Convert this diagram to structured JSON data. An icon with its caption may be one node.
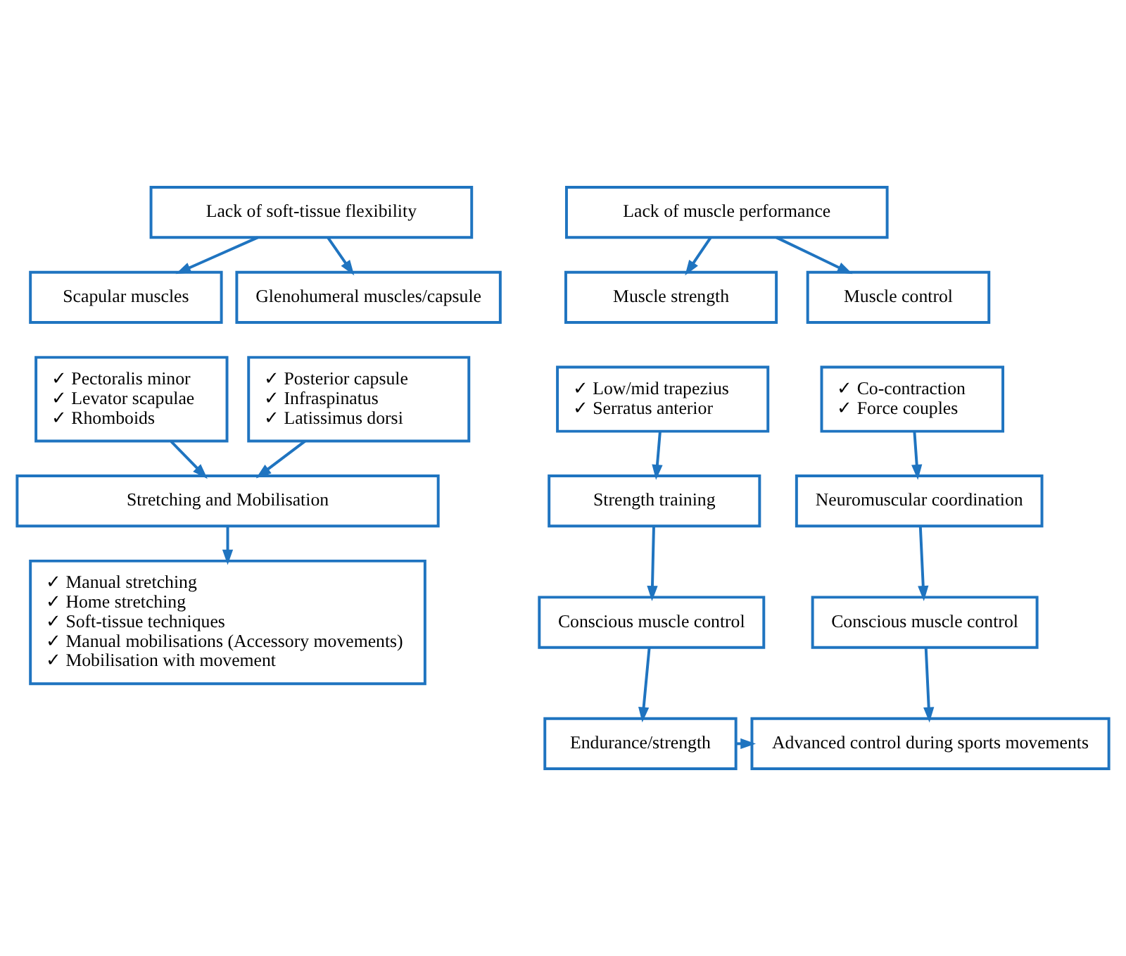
{
  "diagram": {
    "nodes": [
      {
        "text": [
          "Lack of soft-tissue flexibility"
        ]
      },
      {
        "text": [
          "Lack of muscle performance"
        ]
      },
      {
        "text": [
          "Scapular muscles"
        ]
      },
      {
        "text": [
          "Glenohumeral muscles/capsule"
        ]
      },
      {
        "text": [
          "Muscle control"
        ]
      },
      {
        "text": [
          "Muscle strength"
        ]
      },
      {
        "text": [
          "✓ Pectoralis minor",
          "✓ Levator scapulae",
          "✓ Rhomboids"
        ]
      },
      {
        "text": [
          "✓ Posterior capsule",
          "✓ Infraspinatus",
          "✓ Latissimus dorsi"
        ]
      },
      {
        "text": [
          "✓ Co-contraction",
          "✓ Force couples"
        ]
      },
      {
        "text": [
          "✓ Low/mid trapezius",
          "✓ Serratus anterior"
        ]
      },
      {
        "text": [
          "Stretching and Mobilisation"
        ]
      },
      {
        "text": [
          "Neuromuscular coordination"
        ]
      },
      {
        "text": [
          "Strength training"
        ]
      },
      {
        "text": [
          "✓ Manual stretching",
          "✓ Home stretching",
          "✓ Soft-tissue techniques",
          "✓ Manual mobilisations (Accessory movements)",
          "✓ Mobilisation with movement"
        ]
      },
      {
        "text": [
          "Conscious muscle control"
        ]
      },
      {
        "text": [
          "Conscious muscle control"
        ]
      },
      {
        "text": [
          "Advanced control during sports movements"
        ]
      },
      {
        "text": [
          "Endurance/strength"
        ]
      }
    ],
    "edges": [
      {
        "from": 0,
        "to": 2,
        "arrow": "to"
      },
      {
        "from": 0,
        "to": 3,
        "arrow": "to"
      },
      {
        "from": 1,
        "to": 4,
        "arrow": "to"
      },
      {
        "from": 1,
        "to": 5,
        "arrow": "to"
      },
      {
        "from": 6,
        "to": 10,
        "arrow": "to"
      },
      {
        "from": 7,
        "to": 10,
        "arrow": "to"
      },
      {
        "from": 8,
        "to": 11,
        "arrow": "to"
      },
      {
        "from": 9,
        "to": 12,
        "arrow": "to"
      },
      {
        "from": 10,
        "to": 13,
        "arrow": "to"
      },
      {
        "from": 11,
        "to": 14,
        "arrow": "to"
      },
      {
        "from": 12,
        "to": 15,
        "arrow": "to"
      },
      {
        "from": 14,
        "to": 16,
        "arrow": "to"
      },
      {
        "from": 15,
        "to": 17,
        "arrow": "to"
      },
      {
        "from": 17,
        "to": 16,
        "arrow": "to"
      }
    ]
  }
}
